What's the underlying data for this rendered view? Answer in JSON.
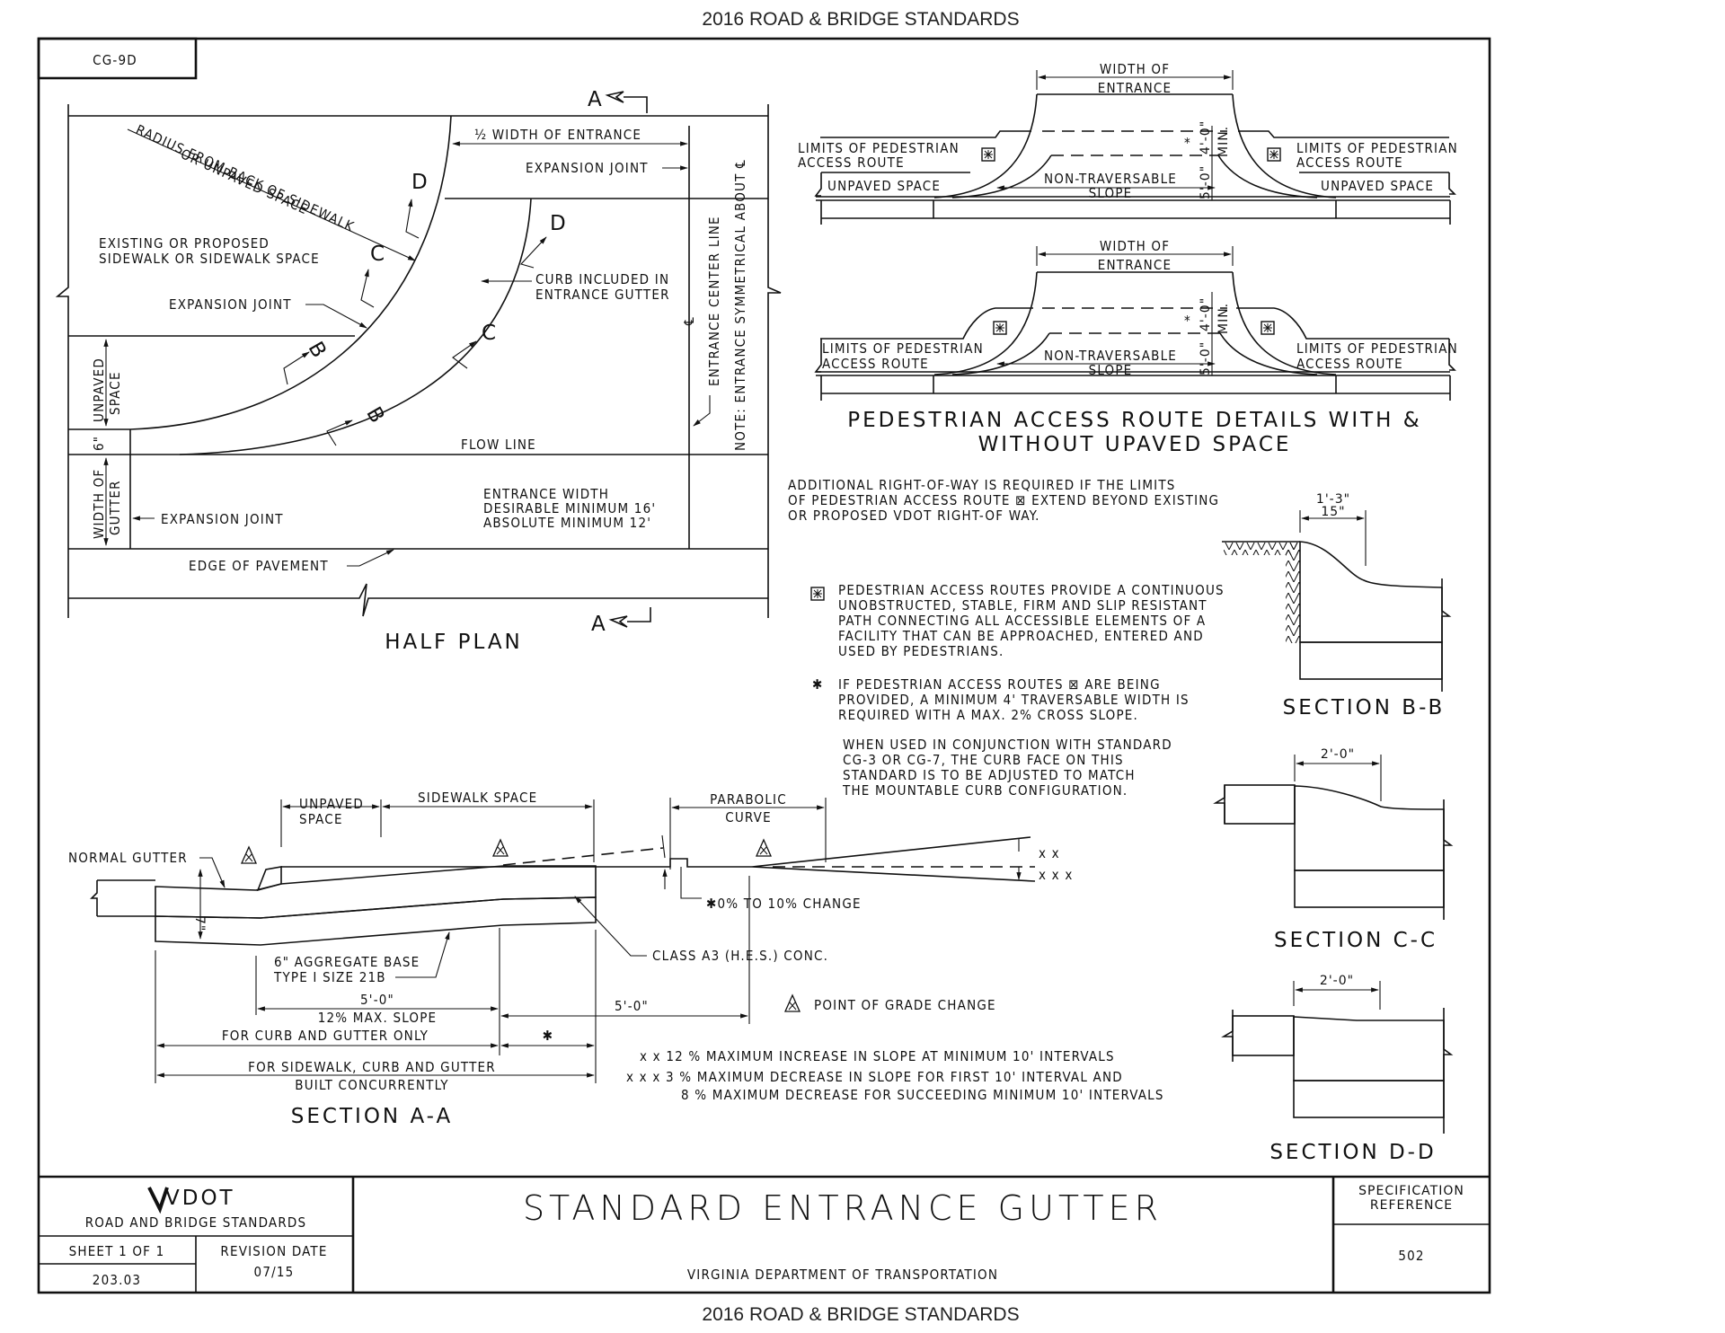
{
  "page": {
    "header": "2016 ROAD & BRIDGE STANDARDS",
    "footer": "2016 ROAD & BRIDGE STANDARDS",
    "standard_code": "CG-9D"
  },
  "half_plan": {
    "title": "HALF PLAN",
    "section_marker": "A",
    "labels": {
      "radius_line1": "RADIUS FROM BACK OF SIDEWALK",
      "radius_line2": "OR UNPAVED SPACE",
      "existing_line1": "EXISTING OR PROPOSED",
      "existing_line2": "SIDEWALK OR SIDEWALK SPACE",
      "expansion_joint_1": "EXPANSION JOINT",
      "expansion_joint_2": "EXPANSION JOINT",
      "expansion_joint_3": "EXPANSION JOINT",
      "half_width": "½ WIDTH OF ENTRANCE",
      "curb_line1": "CURB INCLUDED IN",
      "curb_line2": "ENTRANCE GUTTER",
      "unpaved_line1": "UNPAVED",
      "unpaved_line2": "SPACE",
      "six_inch": "6\"",
      "gutter_line1": "WIDTH OF",
      "gutter_line2": "GUTTER",
      "flow_line": "FLOW LINE",
      "entrance_width": "ENTRANCE WIDTH",
      "desirable": "DESIRABLE MINIMUM 16'",
      "absolute": "ABSOLUTE MINIMUM 12'",
      "edge_of_pavement": "EDGE OF PAVEMENT",
      "centerline": "ENTRANCE CENTER LINE",
      "centerline_symbol": "℄",
      "note_symmetrical": "NOTE: ENTRANCE SYMMETRICAL ABOUT ℄",
      "cut_b": "B",
      "cut_c": "C",
      "cut_d": "D"
    }
  },
  "ped_details": {
    "title_line1": "PEDESTRIAN ACCESS ROUTE DETAILS WITH &",
    "title_line2": "WITHOUT UPAVED SPACE",
    "width_line1": "WIDTH OF",
    "width_line2": "ENTRANCE",
    "limits_line1": "LIMITS OF PEDESTRIAN",
    "limits_line2": "ACCESS ROUTE",
    "unpaved": "UNPAVED SPACE",
    "nontrav_line1": "NON-TRAVERSABLE",
    "nontrav_line2": "SLOPE",
    "dim_4": "4'-0\"",
    "dim_5": "5'-0\"",
    "min": "MIN.",
    "star": "*",
    "route_symbol": "⊠"
  },
  "notes": {
    "row_line1": "ADDITIONAL RIGHT-OF-WAY IS REQUIRED IF THE LIMITS",
    "row_line2": "OF PEDESTRIAN ACCESS  ROUTE ⊠  EXTEND BEYOND EXISTING",
    "row_line3": "OR PROPOSED VDOT RIGHT-OF WAY.",
    "par_symbol": "⊠",
    "par_lines": [
      "PEDESTRIAN ACCESS ROUTES PROVIDE A CONTINUOUS",
      "UNOBSTRUCTED, STABLE, FIRM AND SLIP RESISTANT",
      "PATH CONNECTING ALL ACCESSIBLE ELEMENTS OF A",
      "FACILITY THAT CAN BE APPROACHED, ENTERED AND",
      "USED BY PEDESTRIANS."
    ],
    "star_symbol": "✱",
    "star_lines": [
      "IF PEDESTRIAN ACCESS ROUTES ⊠ ARE BEING",
      "PROVIDED, A MINIMUM 4' TRAVERSABLE WIDTH IS",
      "REQUIRED WITH A MAX. 2% CROSS SLOPE."
    ],
    "when_lines": [
      "WHEN USED IN CONJUNCTION WITH STANDARD",
      "CG-3 OR CG-7, THE CURB FACE ON THIS",
      "STANDARD IS TO BE ADJUSTED TO MATCH",
      "THE MOUNTABLE CURB CONFIGURATION."
    ]
  },
  "sections": {
    "bb": {
      "title": "SECTION B-B",
      "dim_line1": "1'-3\"",
      "dim_line2": "15\""
    },
    "cc": {
      "title": "SECTION C-C",
      "dim": "2'-0\""
    },
    "dd": {
      "title": "SECTION D-D",
      "dim": "2'-0\""
    }
  },
  "section_aa": {
    "title": "SECTION    A-A",
    "unpaved_line1": "UNPAVED",
    "unpaved_line2": "SPACE",
    "sidewalk_space": "SIDEWALK SPACE",
    "parabolic_line1": "PARABOLIC",
    "parabolic_line2": "CURVE",
    "normal_gutter": "NORMAL GUTTER",
    "seven_inch": "7\"",
    "change": "✱0% TO 10% CHANGE",
    "class_a3": "CLASS A3 (H.E.S.) CONC.",
    "aggregate_line1": "6\" AGGREGATE BASE",
    "aggregate_line2": "TYPE I SIZE 21B",
    "dim_5ft_a": "5'-0\"",
    "max_slope": "12% MAX. SLOPE",
    "dim_5ft_b": "5'-0\"",
    "curb_gutter_only": "FOR CURB AND GUTTER ONLY",
    "star": "✱",
    "sidewalk_line1": "FOR SIDEWALK, CURB AND GUTTER",
    "sidewalk_line2": "BUILT CONCURRENTLY",
    "double_x": "x x",
    "triple_x": "x x x",
    "pgc_legend": "POINT OF GRADE CHANGE",
    "note_increase": "x x 12  % MAXIMUM INCREASE IN SLOPE AT MINIMUM 10' INTERVALS",
    "note_decrease1": "x x x 3  % MAXIMUM DECREASE IN SLOPE FOR FIRST 10' INTERVAL AND",
    "note_decrease2": "8  % MAXIMUM DECREASE FOR SUCCEEDING MINIMUM 10' INTERVALS"
  },
  "title_block": {
    "logo": "VDOT",
    "org": "ROAD AND BRIDGE STANDARDS",
    "sheet": "SHEET 1 OF 1",
    "revision_label": "REVISION DATE",
    "revision_date": "07/15",
    "number": "203.03",
    "title": "STANDARD ENTRANCE GUTTER",
    "department": "VIRGINIA DEPARTMENT OF TRANSPORTATION",
    "spec_line1": "SPECIFICATION",
    "spec_line2": "REFERENCE",
    "spec_value": "502"
  }
}
